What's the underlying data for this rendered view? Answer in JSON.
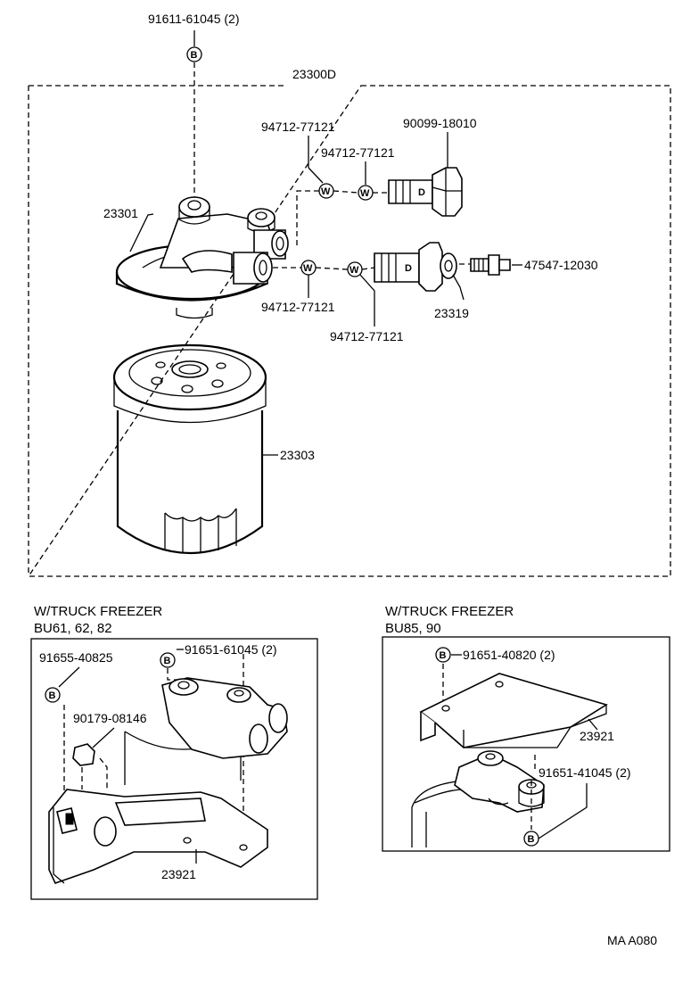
{
  "assembly": {
    "number": "23300D",
    "parts": {
      "bolt_top": "91611-61045 (2)",
      "gasket_a": "94712-77121",
      "gasket_b": "94712-77121",
      "union_bolt": "90099-18010",
      "filter_bracket": "23301",
      "gasket_c": "94712-77121",
      "gasket_d": "94712-77121",
      "union_sensor": "23319",
      "sensor_plug": "47547-12030",
      "filter_element": "23303"
    },
    "markers": {
      "bolt": "B",
      "washer": "W",
      "drain": "D"
    }
  },
  "panel_left": {
    "heading_line1": "W/TRUCK FREEZER",
    "heading_line2": "BU61, 62, 82",
    "parts": {
      "bolt_left": "91655-40825",
      "bolt_right": "91651-61045 (2)",
      "nut": "90179-08146",
      "bracket": "23921"
    }
  },
  "panel_right": {
    "heading_line1": "W/TRUCK FREEZER",
    "heading_line2": "BU85, 90",
    "parts": {
      "bolt_top": "91651-40820 (2)",
      "bracket": "23921",
      "bolt_bottom": "91651-41045 (2)"
    }
  },
  "figure_code": "MA A080"
}
